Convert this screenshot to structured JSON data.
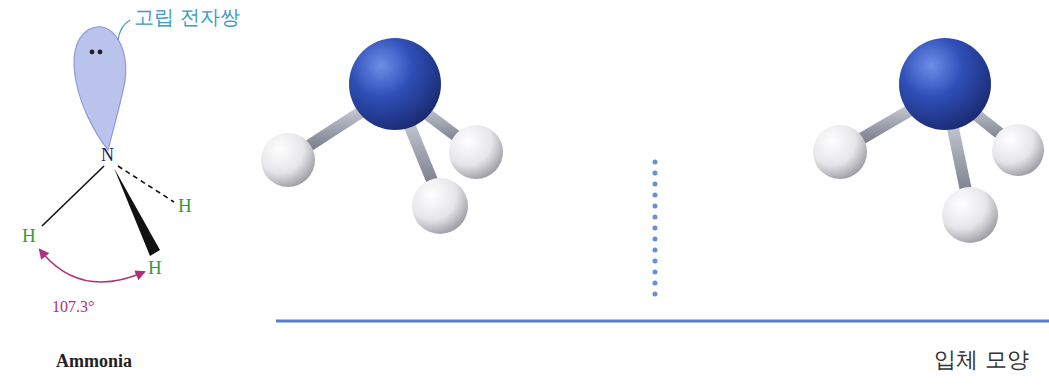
{
  "diagram": {
    "labels": [
      "고립 전자쌍",
      "N",
      "H",
      "H",
      "H",
      "107.3°",
      "Ammonia",
      "입체 모양"
    ]
  }
}
